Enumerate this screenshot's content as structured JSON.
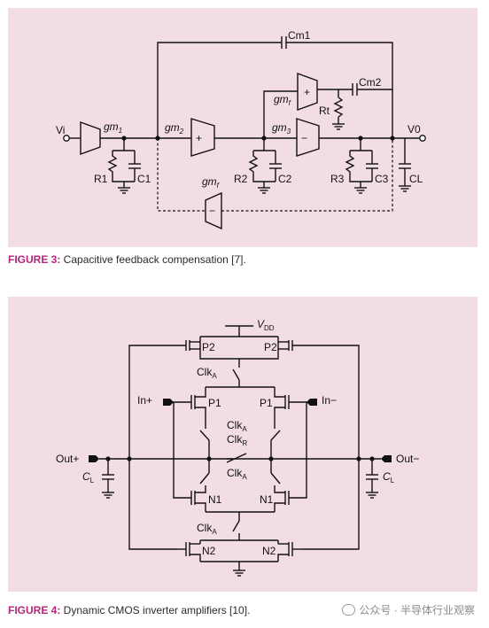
{
  "figure3": {
    "caption_label": "FIGURE 3:",
    "caption_text": " Capacitive feedback compensation [7].",
    "labels": {
      "vi": "Vi",
      "v0": "V0",
      "gm1": "gm",
      "gm1_sub": "1",
      "gm2": "gm",
      "gm2_sub": "2",
      "gm3": "gm",
      "gm3_sub": "3",
      "gmf_top": "gm",
      "gmf_top_sub": "f",
      "gmf_bottom": "gm",
      "gmf_bottom_sub": "f",
      "cm1": "Cm1",
      "cm2": "Cm2",
      "rt": "Rt",
      "r1": "R1",
      "c1": "C1",
      "r2": "R2",
      "c2": "C2",
      "r3": "R3",
      "c3": "C3",
      "cl": "CL",
      "plus_gm2": "+",
      "minus_gm3": "−",
      "plus_gmf": "+",
      "minus_gmf": "−"
    }
  },
  "figure4": {
    "caption_label": "FIGURE 4:",
    "caption_text": " Dynamic CMOS inverter amplifiers [10].",
    "labels": {
      "vdd": "V",
      "vdd_sub": "DD",
      "p2_left": "P2",
      "p2_right": "P2",
      "clka_top": "Clk",
      "clka_top_sub": "A",
      "in_plus": "In+",
      "in_minus": "In−",
      "p1_left": "P1",
      "p1_right": "P1",
      "clka_mid": "Clk",
      "clka_mid_sub": "A",
      "clkr": "Clk",
      "clkr_sub": "R",
      "out_plus": "Out+",
      "out_minus": "Out−",
      "clka_low": "Clk",
      "clka_low_sub": "A",
      "cl_left": "C",
      "cl_left_sub": "L",
      "cl_right": "C",
      "cl_right_sub": "L",
      "n1_left": "N1",
      "n1_right": "N1",
      "clka_bottom": "Clk",
      "clka_bottom_sub": "A",
      "n2_left": "N2",
      "n2_right": "N2"
    }
  },
  "watermark": {
    "text": "公众号 · 半导体行业观察",
    "icon": "wechat-icon"
  }
}
